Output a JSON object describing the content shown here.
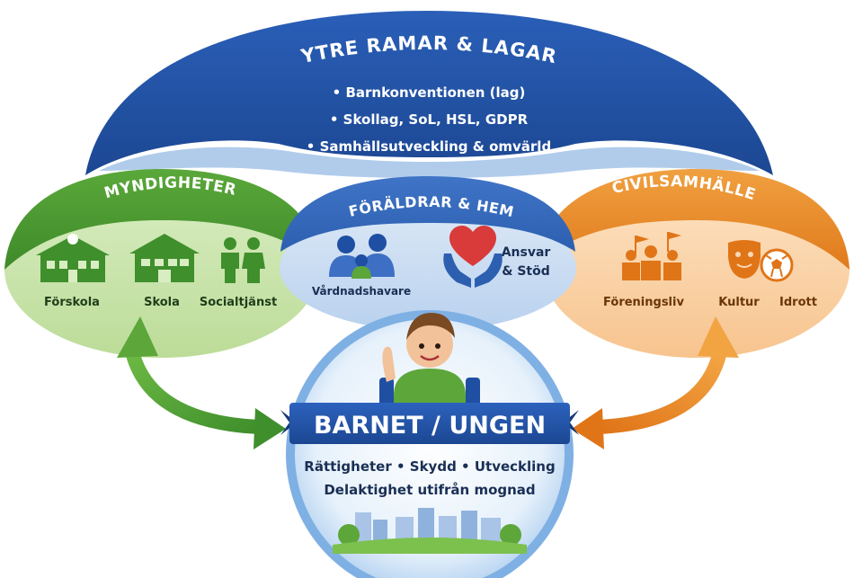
{
  "outer": {
    "title": "YTRE RAMAR & LAGAR",
    "items": [
      "• Barnkonventionen (lag)",
      "• Skollag, SoL, HSL, GDPR",
      "• Samhällsutveckling & omvärld"
    ]
  },
  "myndigheter": {
    "title": "MYNDIGHETER",
    "items": [
      {
        "label": "Förskola",
        "icon": "preschool-building-icon"
      },
      {
        "label": "Skola",
        "icon": "school-building-icon"
      },
      {
        "label": "Socialtjänst",
        "icon": "family-people-icon"
      }
    ]
  },
  "foraldrar": {
    "title": "FÖRÄLDRAR & HEM",
    "guardian_label": "Vårdnadshavare",
    "support_line1": "Ansvar",
    "support_line2": "& Stöd"
  },
  "civil": {
    "title": "CIVILSAMHÄLLE",
    "items": [
      {
        "label": "Föreningsliv",
        "icon": "association-group-icon"
      },
      {
        "label": "Kultur",
        "icon": "theater-masks-icon"
      },
      {
        "label": "Idrott",
        "icon": "football-icon"
      }
    ]
  },
  "child": {
    "title": "BARNET / UNGEN",
    "line1": "Rättigheter • Skydd • Utveckling",
    "line2": "Delaktighet utifrån mognad"
  },
  "colors": {
    "blue_dark": "#1f4fa3",
    "blue_mid": "#3d6fc4",
    "green": "#5da63a",
    "green_light": "#cfe6b2",
    "orange": "#e8892b",
    "orange_light": "#fad9b5",
    "blue_light": "#cfe0f3"
  }
}
